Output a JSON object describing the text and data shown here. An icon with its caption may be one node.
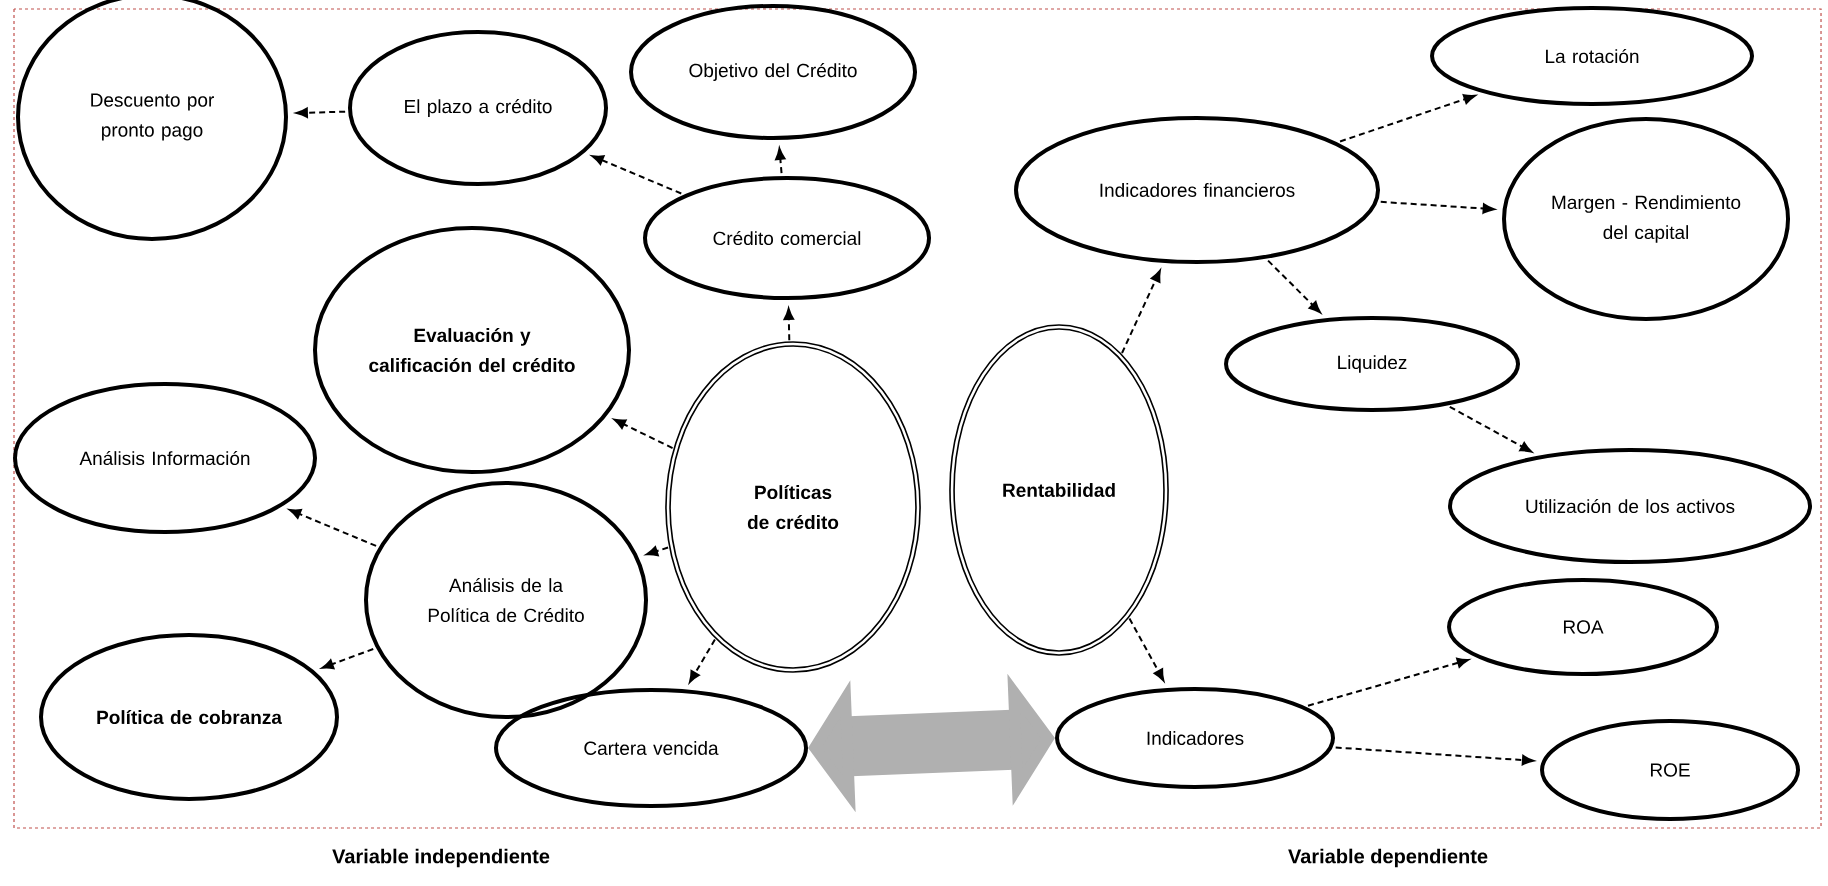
{
  "diagram": {
    "nodes": [
      {
        "text": [
          "Políticas de crédito"
        ]
      },
      {
        "text": [
          "Crédito comercial"
        ]
      },
      {
        "text": [
          "Objetivo del Crédito"
        ]
      },
      {
        "text": [
          "El plazo a crédito"
        ]
      },
      {
        "text": [
          "Descuento por pronto pago"
        ]
      },
      {
        "text": [
          "Evaluación y calificación del crédito"
        ]
      },
      {
        "text": [
          "Análisis Información"
        ]
      },
      {
        "text": [
          "Análisis de la Política de Crédito"
        ]
      },
      {
        "text": [
          "Política de cobranza"
        ]
      },
      {
        "text": [
          "Cartera vencida"
        ]
      },
      {
        "text": [
          "Rentabilidad"
        ]
      },
      {
        "text": [
          "Indicadores financieros"
        ]
      },
      {
        "text": [
          "La rotación"
        ]
      },
      {
        "text": [
          "Margen - Rendimiento del capital"
        ]
      },
      {
        "text": [
          "Liquidez"
        ]
      },
      {
        "text": [
          "Utilización de los activos"
        ]
      },
      {
        "text": [
          "Indicadores"
        ]
      },
      {
        "text": [
          "ROA"
        ]
      },
      {
        "text": [
          "ROE"
        ]
      }
    ],
    "edges": [
      {
        "from": 0,
        "to": 1,
        "arrow": "to",
        "style": "dashed"
      },
      {
        "from": 1,
        "to": 2,
        "arrow": "to",
        "style": "dashed"
      },
      {
        "from": 1,
        "to": 3,
        "arrow": "to",
        "style": "dashed"
      },
      {
        "from": 3,
        "to": 4,
        "arrow": "to",
        "style": "dashed"
      },
      {
        "from": 0,
        "to": 5,
        "arrow": "to",
        "style": "dashed"
      },
      {
        "from": 0,
        "to": 7,
        "arrow": "to",
        "style": "dashed"
      },
      {
        "from": 7,
        "to": 6,
        "arrow": "to",
        "style": "dashed"
      },
      {
        "from": 7,
        "to": 8,
        "arrow": "to",
        "style": "dashed"
      },
      {
        "from": 0,
        "to": 9,
        "arrow": "to",
        "style": "dashed"
      },
      {
        "from": 10,
        "to": 11,
        "arrow": "to",
        "style": "dashed"
      },
      {
        "from": 11,
        "to": 12,
        "arrow": "to",
        "style": "dashed"
      },
      {
        "from": 11,
        "to": 13,
        "arrow": "to",
        "style": "dashed"
      },
      {
        "from": 11,
        "to": 14,
        "arrow": "to",
        "style": "dashed"
      },
      {
        "from": 14,
        "to": 15,
        "arrow": "to",
        "style": "dashed"
      },
      {
        "from": 10,
        "to": 16,
        "arrow": "to",
        "style": "dashed"
      },
      {
        "from": 16,
        "to": 17,
        "arrow": "to",
        "style": "dashed"
      },
      {
        "from": 16,
        "to": 18,
        "arrow": "to",
        "style": "dashed"
      },
      {
        "from": 9,
        "to": 16,
        "arrow": "both",
        "style": "thick",
        "color": "#b0b0b0"
      }
    ],
    "labels": [
      "Variable independiente",
      "Variable dependiente"
    ]
  }
}
